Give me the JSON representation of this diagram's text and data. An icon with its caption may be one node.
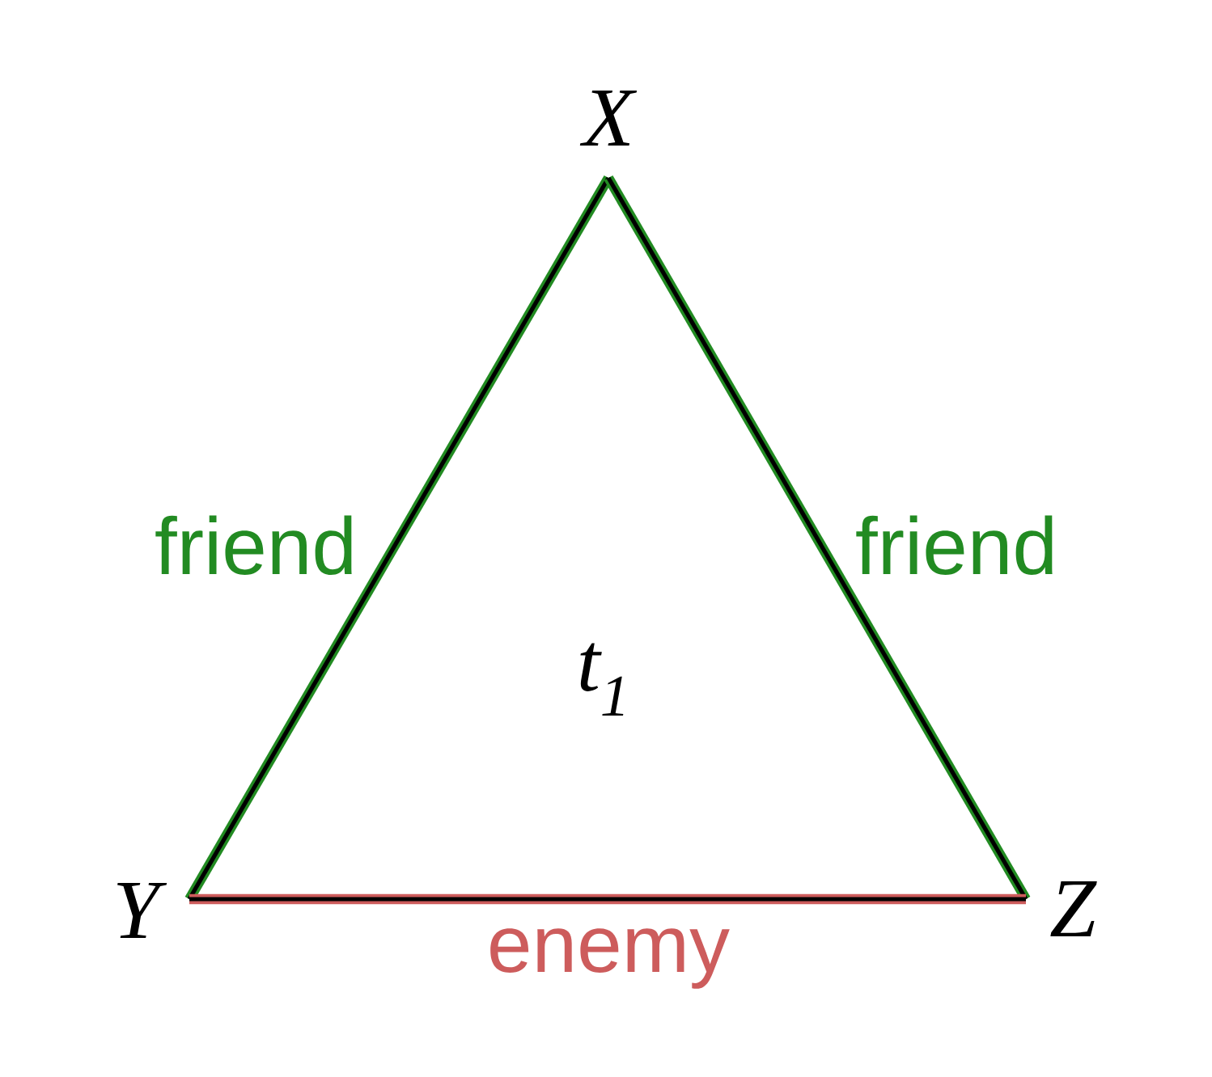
{
  "diagram": {
    "nodes": [
      {
        "text": [
          "X"
        ]
      },
      {
        "text": [
          "Y"
        ]
      },
      {
        "text": [
          "Z"
        ]
      }
    ],
    "edges": [
      {
        "from": 0,
        "to": 1,
        "arrow": "none",
        "label": "friend"
      },
      {
        "from": 0,
        "to": 2,
        "arrow": "none",
        "label": "friend"
      },
      {
        "from": 1,
        "to": 2,
        "arrow": "none",
        "label": "enemy",
        "color": "#cd5c5c"
      }
    ],
    "labels": [
      "t$_{1}$"
    ]
  }
}
